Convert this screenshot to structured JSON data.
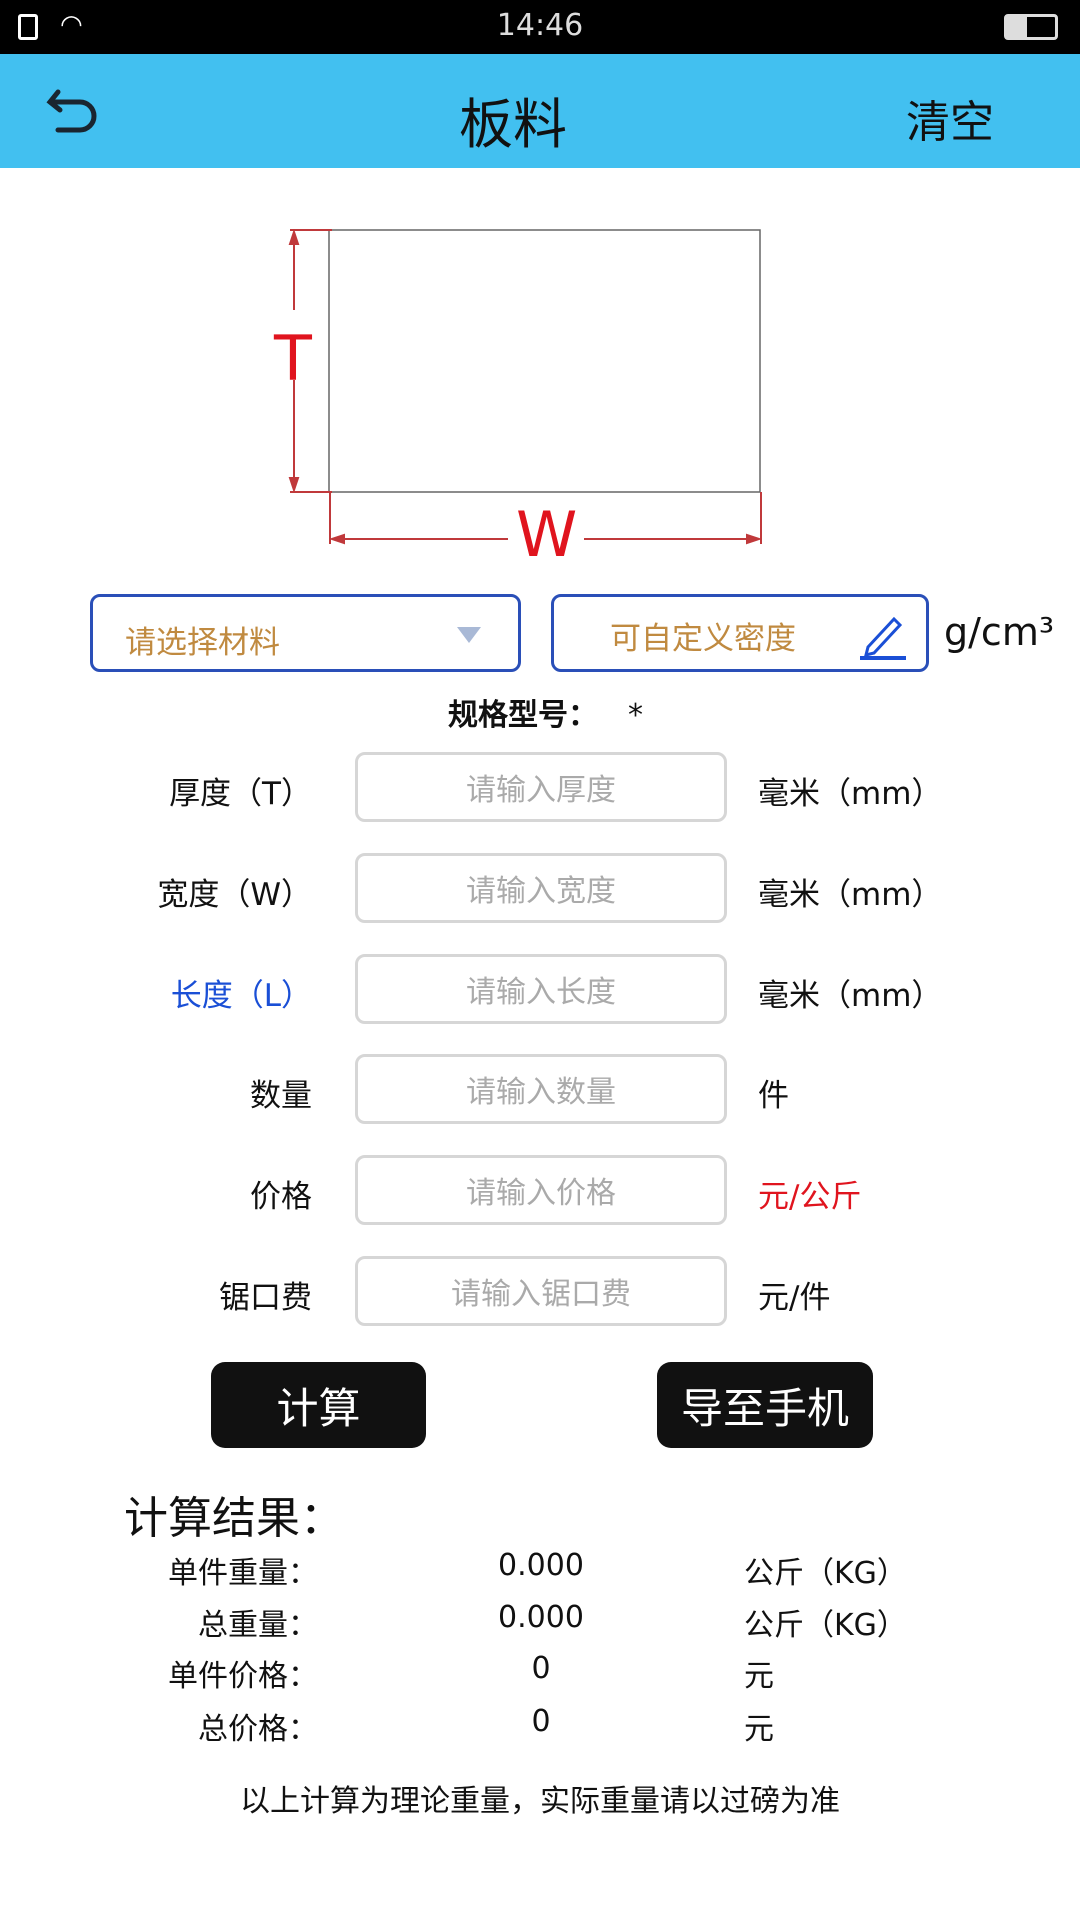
{
  "status_bar": {
    "time": "14:46"
  },
  "header": {
    "title": "板料",
    "clear_label": "清空"
  },
  "diagram": {
    "t_label": "T",
    "w_label": "W"
  },
  "material": {
    "placeholder": "请选择材料",
    "density_placeholder": "可自定义密度",
    "density_unit": "g/cm³"
  },
  "spec": {
    "label": "规格型号：",
    "value": "*"
  },
  "fields": [
    {
      "label": "厚度（T）",
      "placeholder": "请输入厚度",
      "unit": "毫米（mm）"
    },
    {
      "label": "宽度（W）",
      "placeholder": "请输入宽度",
      "unit": "毫米（mm）"
    },
    {
      "label": "长度（L）",
      "placeholder": "请输入长度",
      "unit": "毫米（mm）"
    },
    {
      "label": "数量",
      "placeholder": "请输入数量",
      "unit": "件"
    },
    {
      "label": "价格",
      "placeholder": "请输入价格",
      "unit": "元/公斤"
    },
    {
      "label": "锯口费",
      "placeholder": "请输入锯口费",
      "unit": "元/件"
    }
  ],
  "buttons": {
    "calculate": "计算",
    "export": "导至手机"
  },
  "results": {
    "title": "计算结果：",
    "rows": [
      {
        "label": "单件重量：",
        "value": "0.000",
        "unit": "公斤（KG）"
      },
      {
        "label": "总重量：",
        "value": "0.000",
        "unit": "公斤（KG）"
      },
      {
        "label": "单件价格：",
        "value": "0",
        "unit": "元"
      },
      {
        "label": "总价格：",
        "value": "0",
        "unit": "元"
      }
    ]
  },
  "note": "以上计算为理论重量，实际重量请以过磅为准",
  "colors": {
    "header": "#42c0f0",
    "accent_blue": "#2a4fb8",
    "label_blue": "#1a4fd6",
    "red": "#e0141e",
    "placeholder_gold": "#c08a40"
  }
}
